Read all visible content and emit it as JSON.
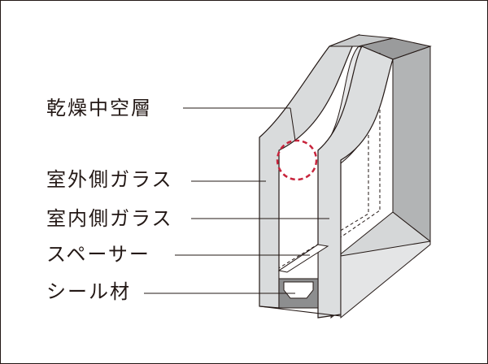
{
  "labels": [
    "乾燥中空層",
    "室外側ガラス",
    "室内側ガラス",
    "スペーサー",
    "シール材"
  ],
  "colors": {
    "line": "#231815",
    "glass": "#d9dbdc",
    "glass_edge": "#c8cacb",
    "frame_dark": "#9a9b9c",
    "frame_mid": "#c4c6c7",
    "sealant": "#8d8e8f",
    "highlight": "#c8243c"
  }
}
